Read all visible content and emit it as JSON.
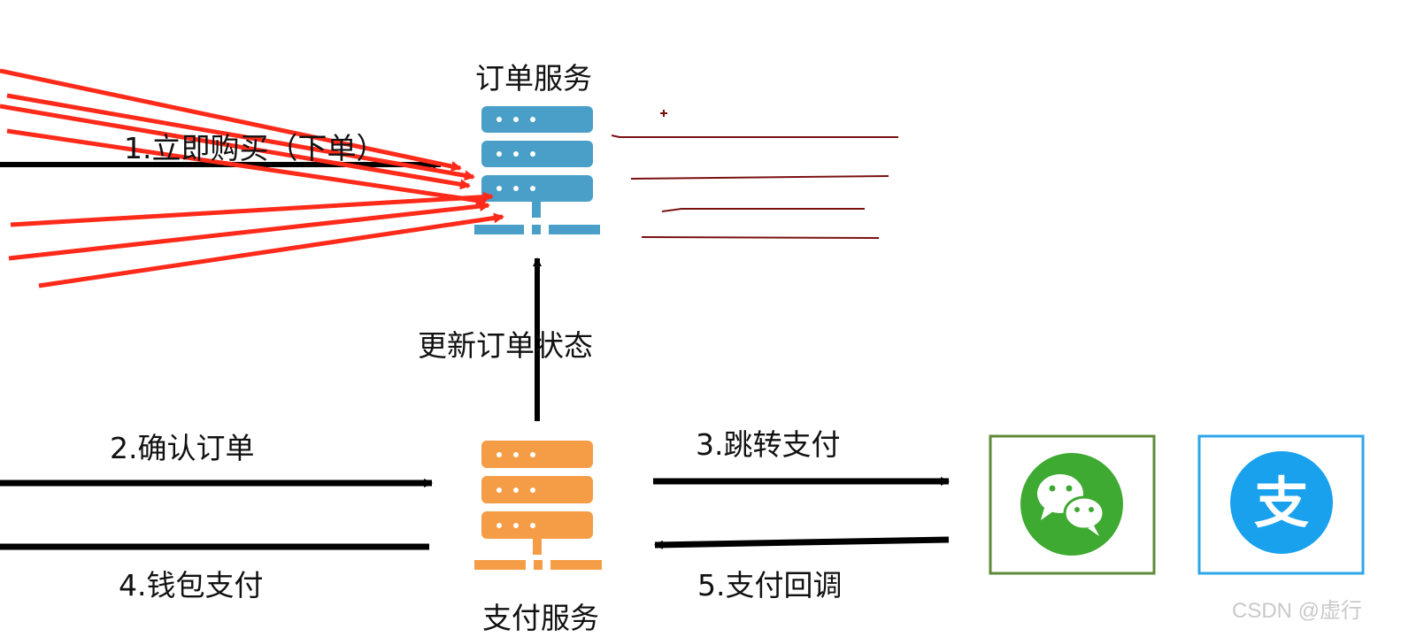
{
  "services": {
    "order": {
      "label": "订单服务",
      "color": "#4a9fc8"
    },
    "payment": {
      "label": "支付服务",
      "color": "#f49d46"
    }
  },
  "steps": {
    "buy": "1.立即购买（下单）",
    "confirm": "2.确认订单",
    "jump_pay": "3.跳转支付",
    "wallet_pay": "4.钱包支付",
    "callback": "5.支付回调",
    "update_status": "更新订单状态"
  },
  "providers": {
    "wechat": {
      "icon": "wechat-pay-icon",
      "color": "#3eaa32",
      "border": "#5f8a3a"
    },
    "alipay": {
      "icon": "alipay-icon",
      "glyph": "支",
      "color": "#1aa1ee",
      "border": "#2ea6e8"
    }
  },
  "annotations": {
    "arrow_color": "#ff2a1a",
    "line_color": "#7a1010"
  },
  "watermark": "CSDN @虚行"
}
